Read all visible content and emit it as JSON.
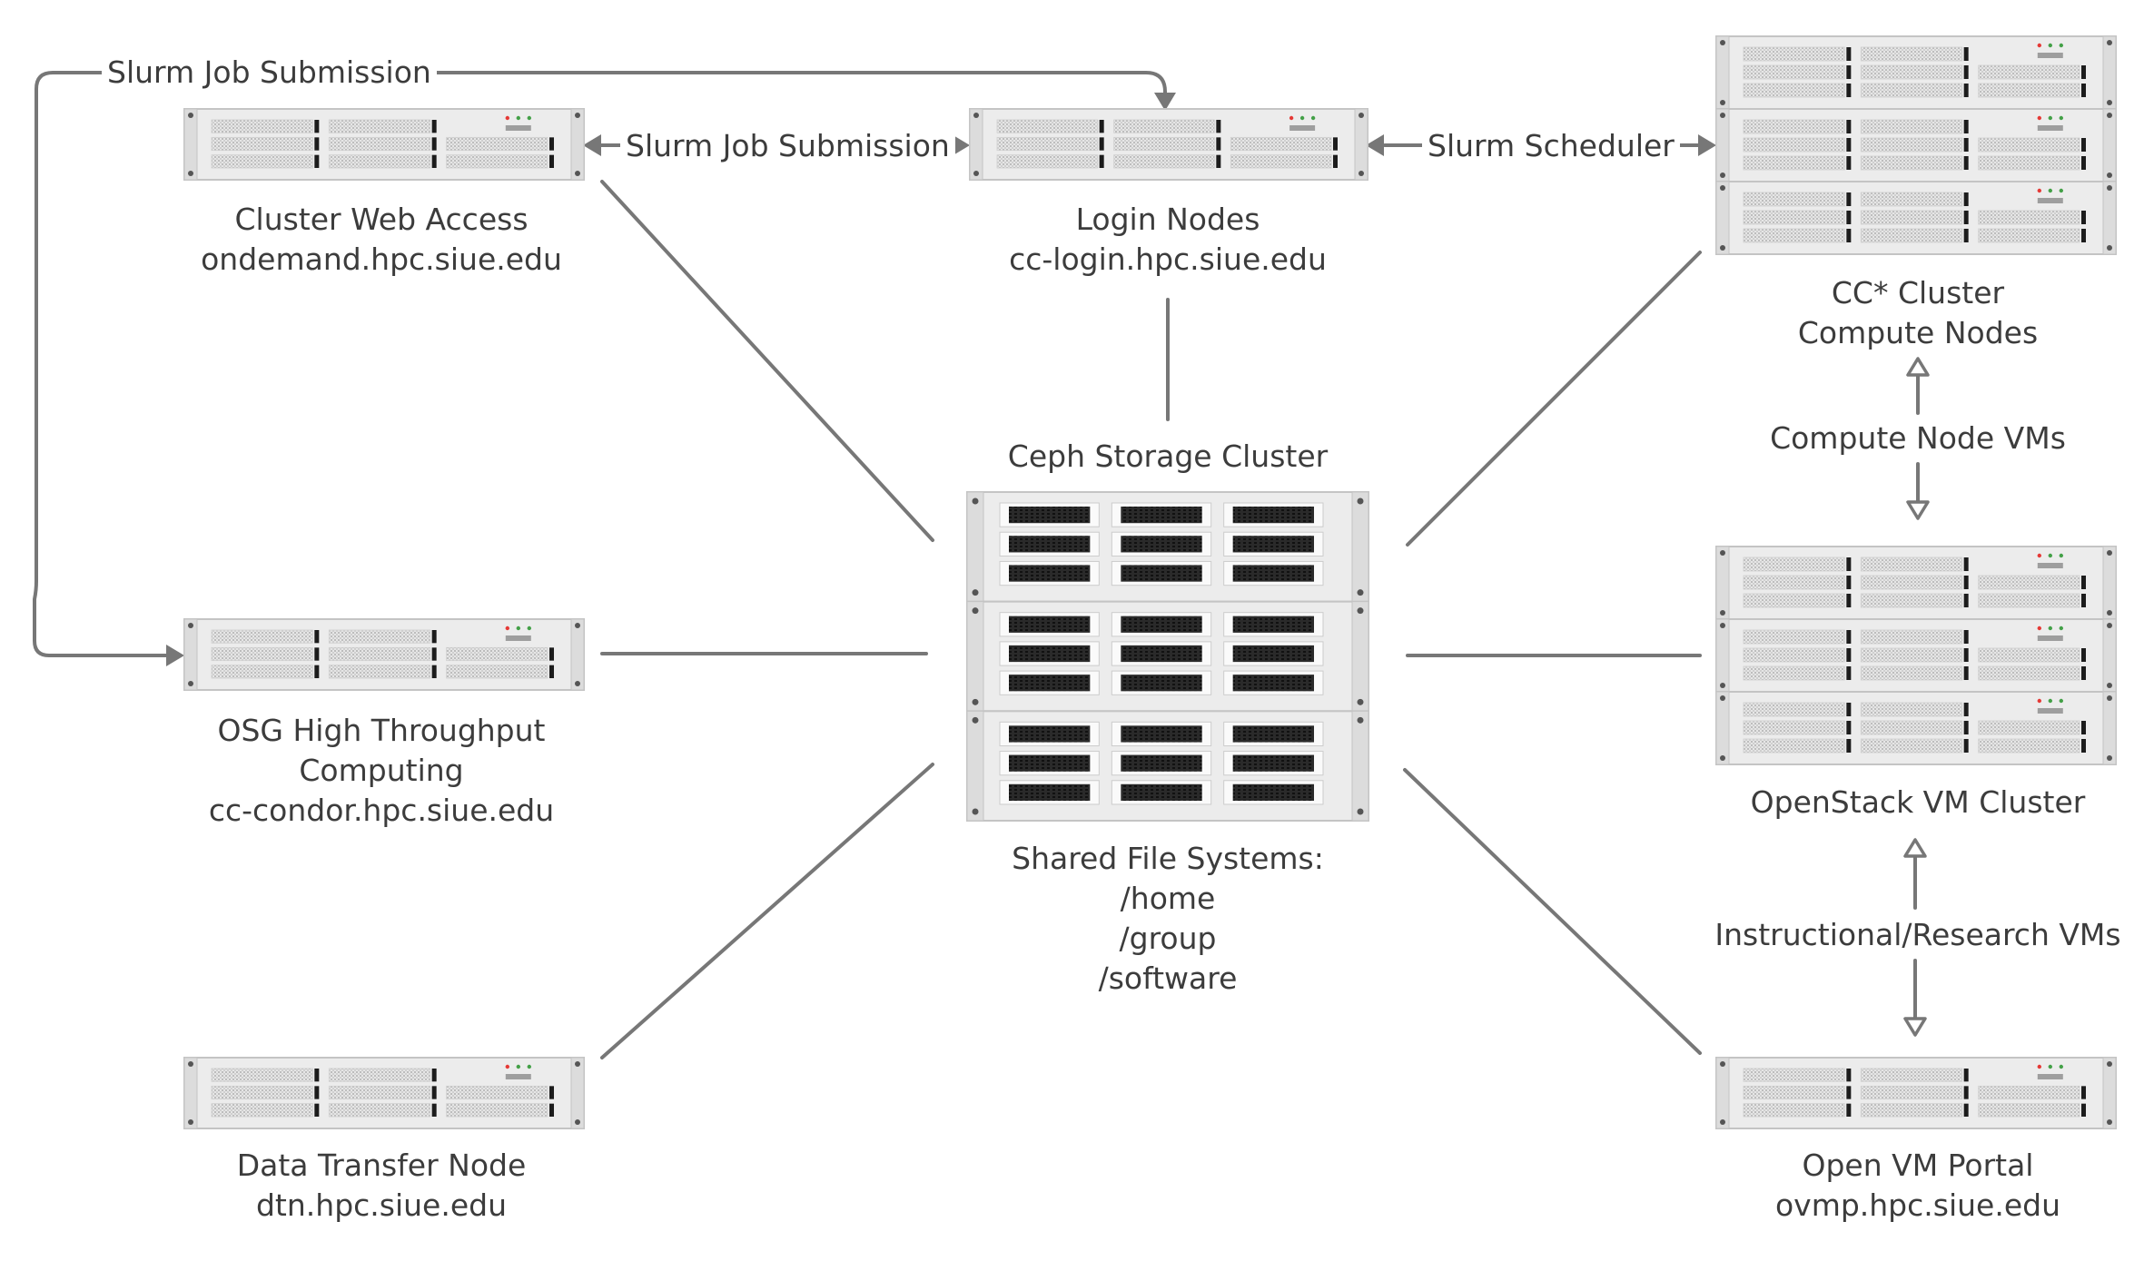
{
  "nodes": {
    "web_access": {
      "lines": [
        "Cluster Web Access",
        "ondemand.hpc.siue.edu"
      ]
    },
    "login": {
      "lines": [
        "Login Nodes",
        "cc-login.hpc.siue.edu"
      ]
    },
    "cc_cluster": {
      "lines": [
        "CC* Cluster",
        "Compute Nodes"
      ]
    },
    "osg": {
      "lines": [
        "OSG High Throughput",
        "Computing",
        "cc-condor.hpc.siue.edu"
      ]
    },
    "ceph": {
      "title": "Ceph Storage Cluster",
      "lines": [
        "Shared File Systems:",
        "/home",
        "/group",
        "/software"
      ]
    },
    "openstack": {
      "lines": [
        "OpenStack VM Cluster"
      ]
    },
    "dtn": {
      "lines": [
        "Data Transfer Node",
        "dtn.hpc.siue.edu"
      ]
    },
    "ovmp": {
      "lines": [
        "Open VM Portal",
        "ovmp.hpc.siue.edu"
      ]
    }
  },
  "edges": {
    "slurm_submission_top": "Slurm Job Submission",
    "slurm_submission_mid": "Slurm Job Submission",
    "slurm_scheduler": "Slurm Scheduler",
    "compute_node_vms": "Compute Node VMs",
    "instructional_vms": "Instructional/Research VMs"
  },
  "colors": {
    "line": "#777777",
    "text": "#3c3c3c",
    "server_body": "#ececec",
    "server_edge": "#c4c4c4",
    "drive_bay": "#1c1c1c",
    "led_red": "#e53935",
    "led_green": "#43a047"
  }
}
